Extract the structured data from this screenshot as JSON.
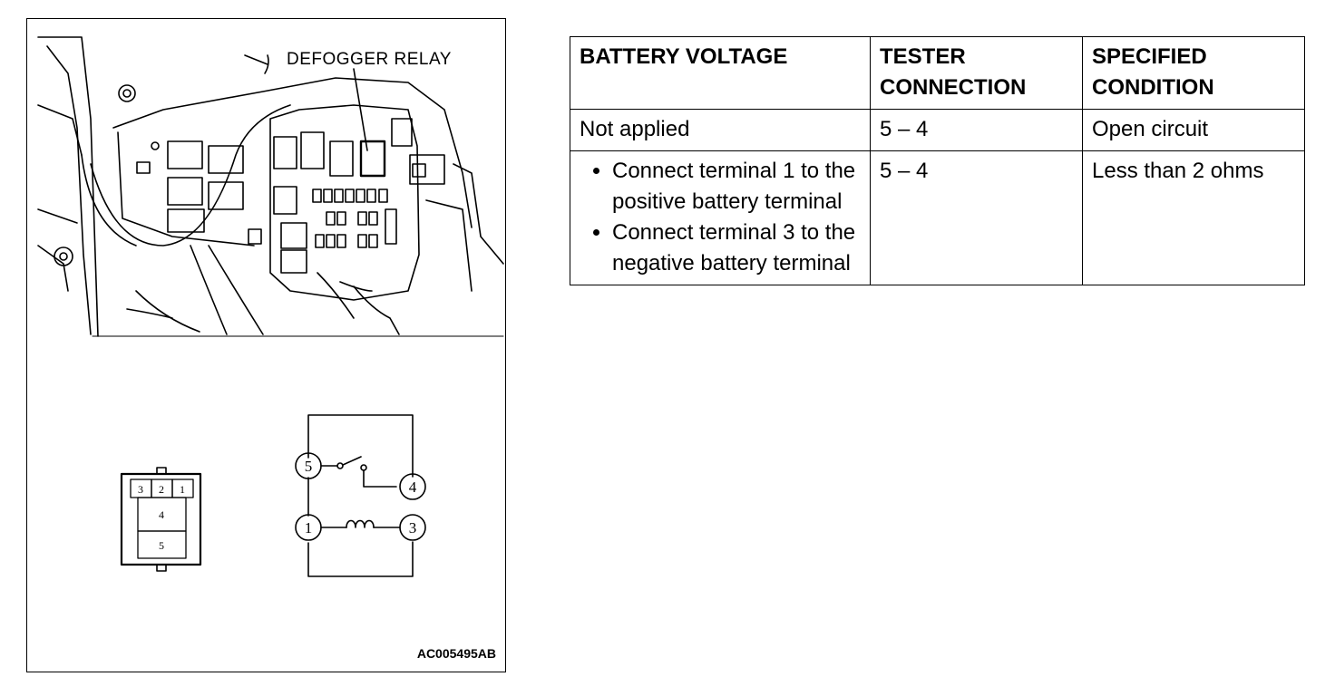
{
  "figure": {
    "relay_label": "DEFOGGER RELAY",
    "figure_code": "AC005495AB",
    "connector_terminals": {
      "top": [
        "3",
        "2",
        "1"
      ],
      "middle": "4",
      "bottom": "5"
    },
    "circuit_terminals": {
      "t5": "5",
      "t4": "4",
      "t1": "1",
      "t3": "3"
    }
  },
  "table": {
    "headers": {
      "battery_voltage": "BATTERY VOLTAGE",
      "tester_connection": "TESTER CONNECTION",
      "specified_condition": "SPECIFIED CONDITION"
    },
    "rows": [
      {
        "battery_voltage": "Not applied",
        "tester_connection": "5 – 4",
        "specified_condition": "Open circuit"
      },
      {
        "battery_voltage_items": [
          "Connect terminal 1 to the positive battery terminal",
          "Connect terminal 3 to the negative battery terminal"
        ],
        "tester_connection": "5 – 4",
        "specified_condition": "Less than 2 ohms"
      }
    ]
  }
}
